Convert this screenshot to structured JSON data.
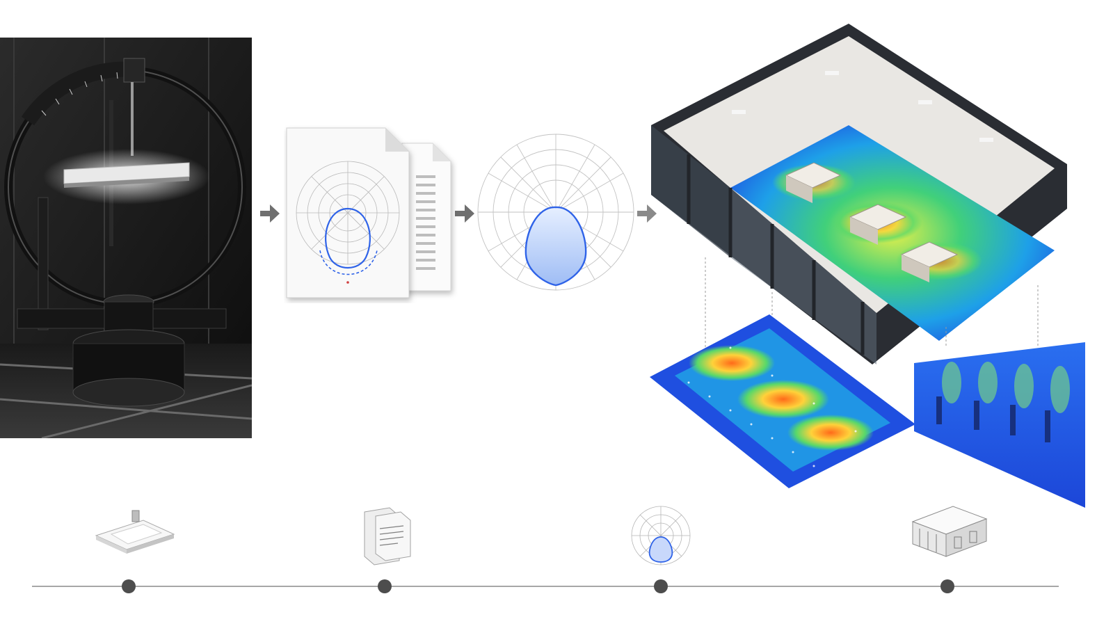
{
  "colors": {
    "accent_blue": "#2f63e8",
    "arrow_gray": "#6f6f6f",
    "timeline_line": "#8a8a8a",
    "timeline_node": "#4d4d4d",
    "heat_low": "#1f4fe0",
    "heat_mid": "#34d27a",
    "heat_high": "#ff7a1a"
  },
  "stages": [
    {
      "id": "goniophotometer",
      "icon": "goniophotometer-photo"
    },
    {
      "id": "photometric-file",
      "icon": "document-polar-icon"
    },
    {
      "id": "polar-distribution",
      "icon": "polar-curve-icon"
    },
    {
      "id": "lighting-simulation",
      "icon": "store-heatmap-icon"
    }
  ],
  "timeline": {
    "nodes": [
      {
        "icon": "luminaire-panel-icon"
      },
      {
        "icon": "data-document-icon"
      },
      {
        "icon": "polar-diagram-icon"
      },
      {
        "icon": "building-model-icon"
      }
    ]
  }
}
